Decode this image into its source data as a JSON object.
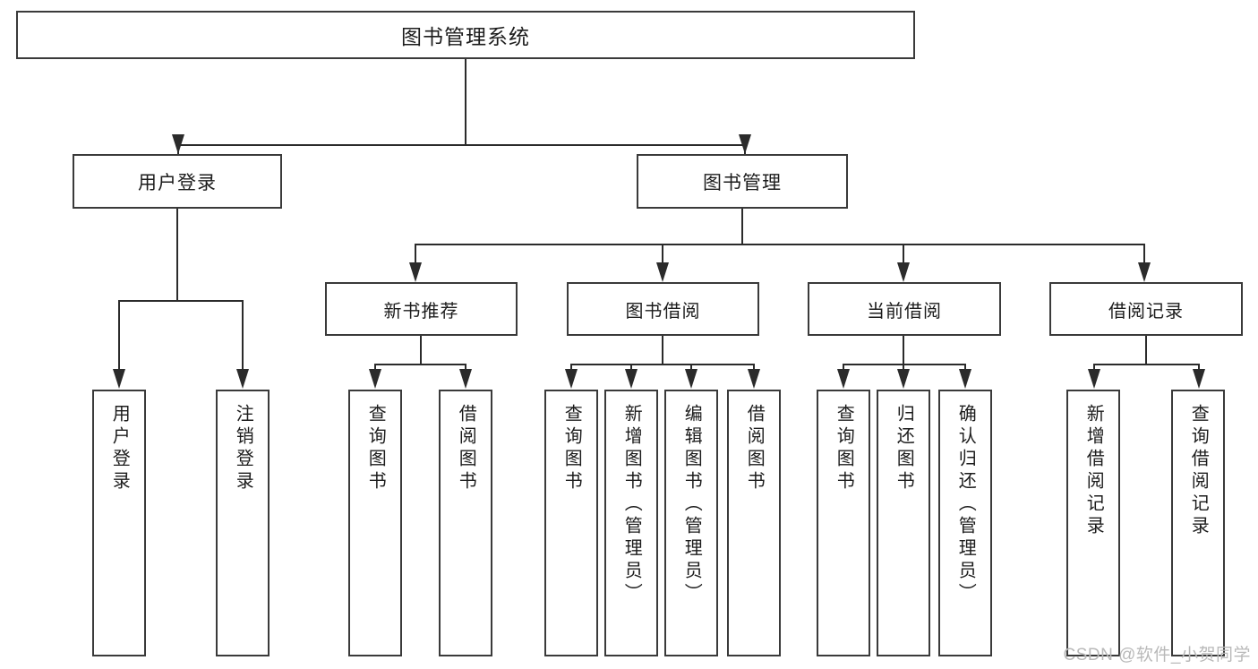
{
  "diagram": {
    "title": "图书管理系统",
    "type": "tree-hierarchy",
    "watermark": "CSDN @软件_小贺同学",
    "colors": {
      "background": "#ffffff",
      "box_border": "#3a3a3a",
      "connector": "#2b2b2b",
      "text": "#1c1c1c",
      "watermark": "#b9b9b9"
    }
  },
  "nodes": {
    "root": {
      "label": "图书管理系统"
    },
    "level2": [
      {
        "id": "user-login",
        "label": "用户登录"
      },
      {
        "id": "book-manage",
        "label": "图书管理"
      }
    ],
    "level3": [
      {
        "id": "new-book-recommend",
        "label": "新书推荐"
      },
      {
        "id": "book-borrow",
        "label": "图书借阅"
      },
      {
        "id": "current-borrow",
        "label": "当前借阅"
      },
      {
        "id": "borrow-record",
        "label": "借阅记录"
      }
    ],
    "leaves": {
      "user_login": [
        {
          "id": "leaf-user-login",
          "label": "用户登录"
        },
        {
          "id": "leaf-logout-login",
          "label": "注销登录"
        }
      ],
      "new_book_recommend": [
        {
          "id": "leaf-query-book-1",
          "label": "查询图书"
        },
        {
          "id": "leaf-borrow-book-1",
          "label": "借阅图书"
        }
      ],
      "book_borrow": [
        {
          "id": "leaf-query-book-2",
          "label": "查询图书"
        },
        {
          "id": "leaf-add-book",
          "label": "新增图书（管理员）"
        },
        {
          "id": "leaf-edit-book",
          "label": "编辑图书（管理员）"
        },
        {
          "id": "leaf-borrow-book-2",
          "label": "借阅图书"
        }
      ],
      "current_borrow": [
        {
          "id": "leaf-query-book-3",
          "label": "查询图书"
        },
        {
          "id": "leaf-return-book",
          "label": "归还图书"
        },
        {
          "id": "leaf-confirm-return",
          "label": "确认归还（管理员）"
        }
      ],
      "borrow_record": [
        {
          "id": "leaf-add-record",
          "label": "新增借阅记录"
        },
        {
          "id": "leaf-query-record",
          "label": "查询借阅记录"
        }
      ]
    }
  }
}
